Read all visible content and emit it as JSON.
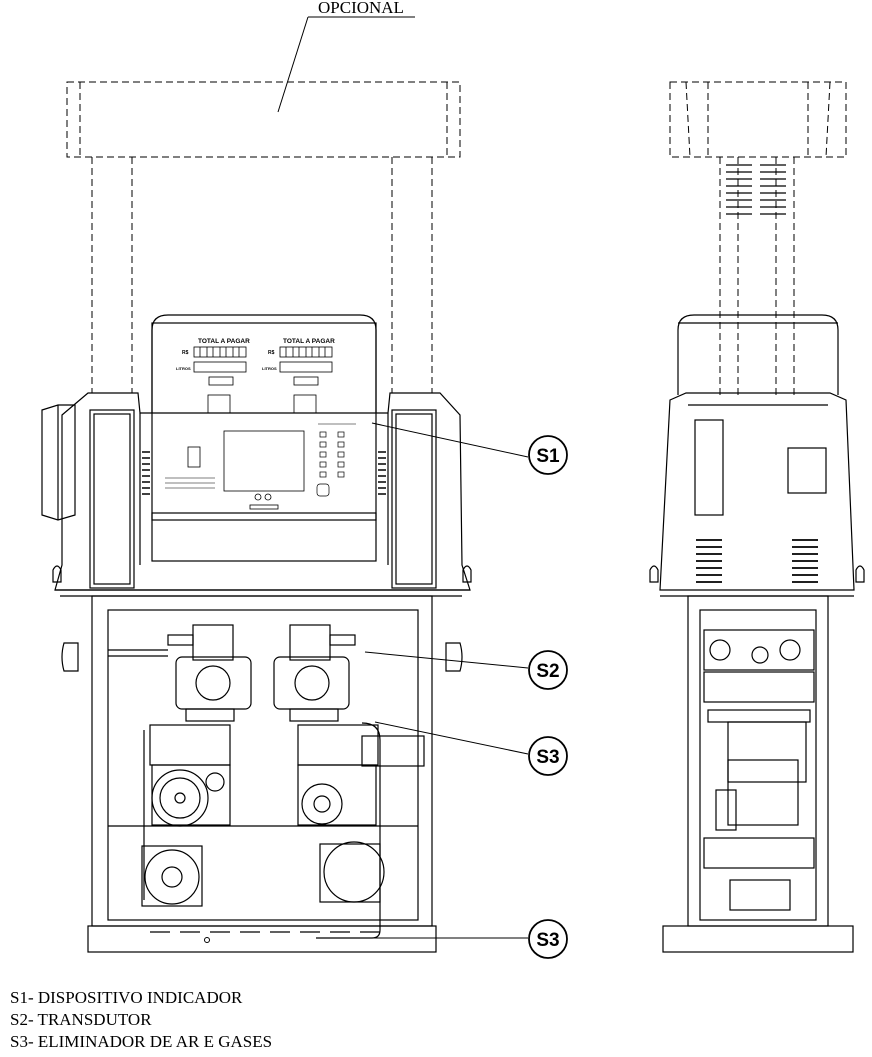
{
  "optional_label": "OPCIONAL",
  "callouts": {
    "s1": "S1",
    "s2": "S2",
    "s3_upper": "S3",
    "s3_lower": "S3"
  },
  "display_labels": {
    "left_total": "TOTAL A PAGAR",
    "right_total": "TOTAL A PAGAR",
    "left_currency": "R$",
    "right_currency": "R$",
    "left_liters": "LITROS",
    "right_liters": "LITROS"
  },
  "legend": [
    "S1- DISPOSITIVO INDICADOR",
    "S2- TRANSDUTOR",
    "S3- ELIMINADOR DE AR E GASES"
  ]
}
